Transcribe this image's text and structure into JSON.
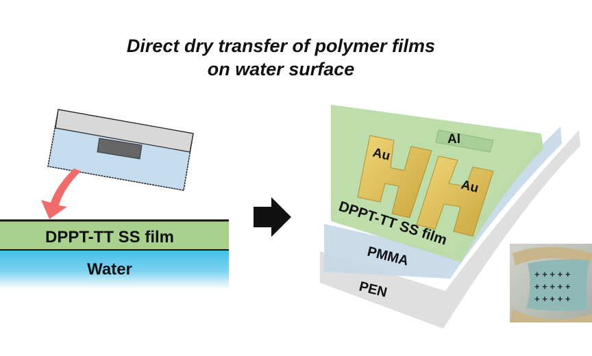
{
  "title": {
    "line1": "Direct dry transfer of polymer films",
    "line2": "on water surface"
  },
  "left_panel": {
    "film_label": "DPPT-TT SS film",
    "water_label": "Water"
  },
  "right_panel": {
    "al_label": "Al",
    "au_label_left": "Au",
    "au_label_right": "Au",
    "film_label": "DPPT-TT SS film",
    "pmma_label": "PMMA",
    "pen_label": "PEN"
  },
  "colors": {
    "film": "#a9d18e",
    "water": "#4fc3ea",
    "arrow": "#f26b6b",
    "gold": "#e0c25a"
  }
}
